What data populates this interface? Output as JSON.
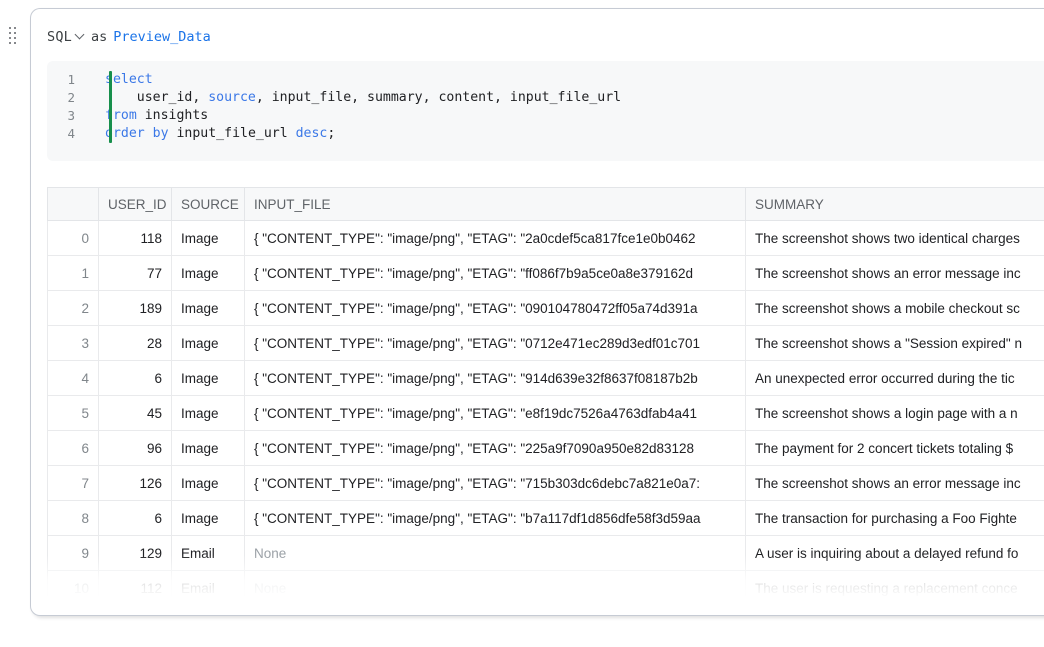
{
  "cell": {
    "language": "SQL",
    "as_label": "as",
    "alias": "Preview_Data",
    "chevron_icon": "chevron-down-icon",
    "drag_handle_icon": "drag-handle-icon",
    "accent_color": "#178f4c",
    "alias_color": "#1a73e8"
  },
  "code": {
    "lines": [
      {
        "no": "1",
        "segments": [
          {
            "t": "select",
            "c": "kw"
          }
        ]
      },
      {
        "no": "2",
        "segments": [
          {
            "t": "    user_id, ",
            "c": "id"
          },
          {
            "t": "source",
            "c": "kw"
          },
          {
            "t": ", input_file, summary, content, input_file_url",
            "c": "id"
          }
        ]
      },
      {
        "no": "3",
        "segments": [
          {
            "t": "from",
            "c": "kw"
          },
          {
            "t": " insights",
            "c": "id"
          }
        ]
      },
      {
        "no": "4",
        "segments": [
          {
            "t": "order",
            "c": "kw"
          },
          {
            "t": " ",
            "c": "id"
          },
          {
            "t": "by",
            "c": "kw"
          },
          {
            "t": " input_file_url ",
            "c": "id"
          },
          {
            "t": "desc",
            "c": "kw"
          },
          {
            "t": ";",
            "c": "id"
          }
        ]
      }
    ]
  },
  "table": {
    "columns": [
      "",
      "USER_ID",
      "SOURCE",
      "INPUT_FILE",
      "SUMMARY"
    ],
    "selected_cell": {
      "row": 3,
      "column": "INPUT_FILE"
    },
    "selection_color": "#1a73e8",
    "rows": [
      {
        "index": "0",
        "user_id": "118",
        "source": "Image",
        "input_file": "{  \"CONTENT_TYPE\": \"image/png\",  \"ETAG\": \"2a0cdef5ca817fce1e0b0462",
        "summary": "The screenshot shows two identical charges"
      },
      {
        "index": "1",
        "user_id": "77",
        "source": "Image",
        "input_file": "{  \"CONTENT_TYPE\": \"image/png\",  \"ETAG\": \"ff086f7b9a5ce0a8e379162d",
        "summary": "The screenshot shows an error message inc"
      },
      {
        "index": "2",
        "user_id": "189",
        "source": "Image",
        "input_file": "{  \"CONTENT_TYPE\": \"image/png\",  \"ETAG\": \"090104780472ff05a74d391a",
        "summary": "The screenshot shows a mobile checkout sc"
      },
      {
        "index": "3",
        "user_id": "28",
        "source": "Image",
        "input_file": "{  \"CONTENT_TYPE\": \"image/png\",  \"ETAG\": \"0712e471ec289d3edf01c701",
        "summary": "The screenshot shows a \"Session expired\" n"
      },
      {
        "index": "4",
        "user_id": "6",
        "source": "Image",
        "input_file": "{  \"CONTENT_TYPE\": \"image/png\",  \"ETAG\": \"914d639e32f8637f08187b2b",
        "summary": "An unexpected error occurred during the tic"
      },
      {
        "index": "5",
        "user_id": "45",
        "source": "Image",
        "input_file": "{  \"CONTENT_TYPE\": \"image/png\",  \"ETAG\": \"e8f19dc7526a4763dfab4a41",
        "summary": "The screenshot shows a login page with a n"
      },
      {
        "index": "6",
        "user_id": "96",
        "source": "Image",
        "input_file": "{  \"CONTENT_TYPE\": \"image/png\",  \"ETAG\": \"225a9f7090a950e82d83128",
        "summary": "The payment for 2 concert tickets totaling $"
      },
      {
        "index": "7",
        "user_id": "126",
        "source": "Image",
        "input_file": "{  \"CONTENT_TYPE\": \"image/png\",  \"ETAG\": \"715b303dc6debc7a821e0a7:",
        "summary": "The screenshot shows an error message inc"
      },
      {
        "index": "8",
        "user_id": "6",
        "source": "Image",
        "input_file": "{  \"CONTENT_TYPE\": \"image/png\",  \"ETAG\": \"b7a117df1d856dfe58f3d59aa",
        "summary": "The transaction for purchasing a Foo Fighte"
      },
      {
        "index": "9",
        "user_id": "129",
        "source": "Email",
        "input_file": "None",
        "summary": "A user is inquiring about a delayed refund fo"
      },
      {
        "index": "10",
        "user_id": "112",
        "source": "Email",
        "input_file": "None",
        "summary": "The user is requesting a replacement conce"
      }
    ]
  }
}
